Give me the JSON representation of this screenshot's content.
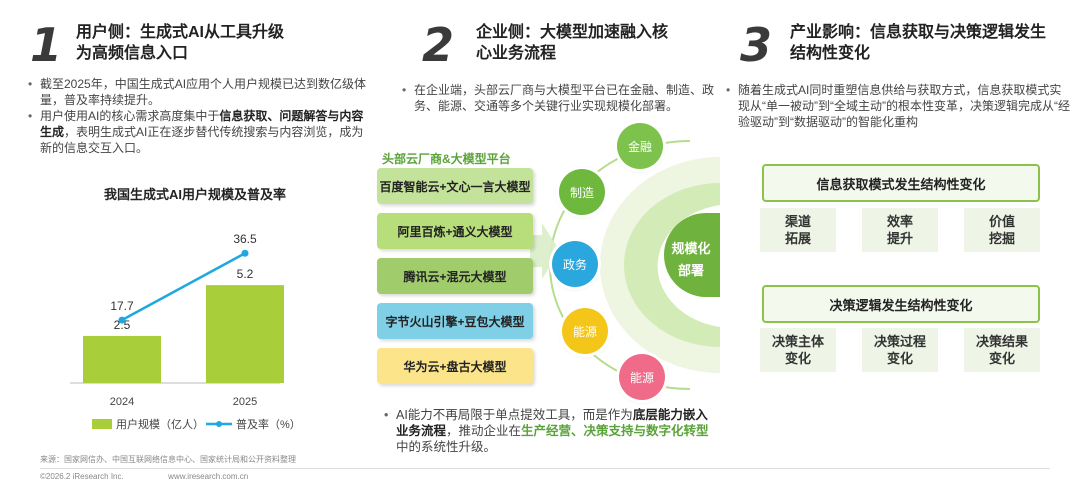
{
  "col1": {
    "number": "1",
    "title_l1": "用户侧：生成式AI从工具升级",
    "title_l2": "为高频信息入口",
    "bullet1": "截至2025年，中国生成式AI应用个人用户规模已达到数亿级体量，普及率持续提升。",
    "bullet2_a": "用户使用AI的核心需求高度集中于",
    "bullet2_b": "信息获取、问题解答与内容生成",
    "bullet2_c": "，表明生成式AI正在逐步替代传统搜索与内容浏览，成为新的信息交互入口。",
    "source": "来源：国家网信办、中国互联网络信息中心、国家统计局和公开资料整理"
  },
  "chart_data": {
    "type": "bar",
    "title": "我国生成式AI用户规模及普及率",
    "categories": [
      "2024",
      "2025"
    ],
    "series": [
      {
        "name": "用户规模（亿人）",
        "type": "bar",
        "values": [
          2.5,
          5.2
        ],
        "labels": [
          "2.5",
          "5.2"
        ],
        "color": "#a8cf3a"
      },
      {
        "name": "普及率（%）",
        "type": "line",
        "values": [
          17.7,
          36.5
        ],
        "labels": [
          "17.7",
          "36.5"
        ],
        "color": "#1ea7e1"
      }
    ],
    "ylim_bar": [
      0,
      8.5
    ],
    "ylim_line": [
      0,
      45
    ],
    "legend_position": "bottom"
  },
  "col2": {
    "number": "2",
    "title_l1": "企业侧：大模型加速融入核",
    "title_l2": "心业务流程",
    "bullet1": "在企业端，头部云厂商与大模型平台已在金融、制造、政务、能源、交通等多个关键行业实现规模化部署。",
    "platform_label": "头部云厂商&大模型平台",
    "vendors": [
      {
        "label": "百度智能云+文心一言大模型",
        "color": "#c4e39a"
      },
      {
        "label": "阿里百炼+通义大模型",
        "color": "#b8de7c"
      },
      {
        "label": "腾讯云+混元大模型",
        "color": "#a0cc6c"
      },
      {
        "label": "字节火山引擎+豆包大模型",
        "color": "#7fd0e6"
      },
      {
        "label": "华为云+盘古大模型",
        "color": "#fbe48a"
      }
    ],
    "industries": [
      {
        "label": "金融",
        "color": "#7cc24c"
      },
      {
        "label": "制造",
        "color": "#6fb83e"
      },
      {
        "label": "政务",
        "color": "#2aa8dd"
      },
      {
        "label": "能源",
        "color": "#f5c61a"
      },
      {
        "label": "能源",
        "color": "#f06b8a"
      }
    ],
    "center_label_l1": "规模化",
    "center_label_l2": "部署",
    "bottom_a": "AI能力不再局限于单点提效工具，而是作为",
    "bottom_b": "底层能力嵌入业务流程",
    "bottom_c": "，推动企业在",
    "bottom_d": "生产经营、决策支持与数字化转型",
    "bottom_e": "中的系统性升级。"
  },
  "col3": {
    "number": "3",
    "title_l1": "产业影响：信息获取与决策逻辑发生",
    "title_l2": "结构性变化",
    "bullet1": "随着生成式AI同时重塑信息供给与获取方式，信息获取模式实现从“单一被动”到“全域主动”的根本性变革，决策逻辑完成从“经验驱动”到“数据驱动”的智能化重构",
    "box1": {
      "title": "信息获取模式发生结构性变化",
      "items": [
        {
          "l1": "渠道",
          "l2": "拓展"
        },
        {
          "l1": "效率",
          "l2": "提升"
        },
        {
          "l1": "价值",
          "l2": "挖掘"
        }
      ]
    },
    "box2": {
      "title": "决策逻辑发生结构性变化",
      "items": [
        {
          "l1": "决策主体",
          "l2": "变化"
        },
        {
          "l1": "决策过程",
          "l2": "变化"
        },
        {
          "l1": "决策结果",
          "l2": "变化"
        }
      ]
    }
  },
  "footer": {
    "copyright": "©2026.2 iResearch Inc.                    www.iresearch.com.cn"
  }
}
